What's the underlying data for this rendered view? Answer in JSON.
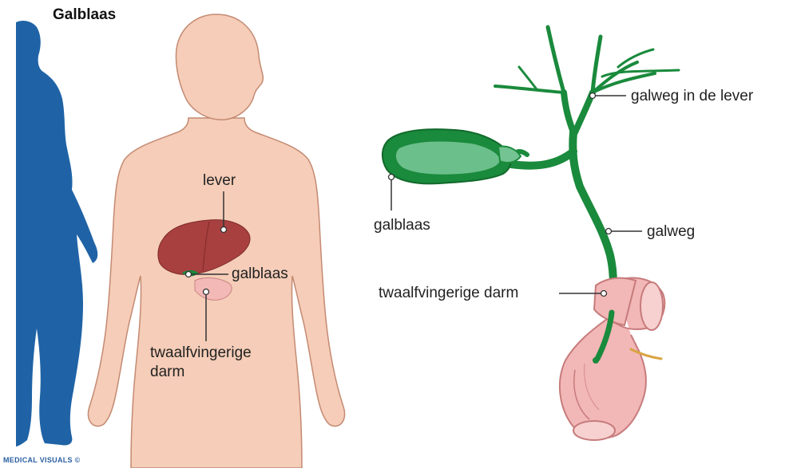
{
  "title": "Galblaas",
  "copyright": "MEDICAL VISUALS ©",
  "colors": {
    "silhouette": "#1f63a6",
    "skin": "#f5cdb8",
    "skin_outline": "#c48a72",
    "liver": "#a8403f",
    "bile": "#1a8a3c",
    "bile_light": "#74c493",
    "duodenum": "#f2b7b7",
    "duodenum_outline": "#c77b7b",
    "pancreatic_duct": "#d9a441",
    "leader": "#333333"
  },
  "labels": {
    "body_lever": "lever",
    "body_galblaas": "galblaas",
    "body_twaalf_line1": "twaalfvingerige",
    "body_twaalf_line2": "darm",
    "detail_galweg_lever": "galweg in de lever",
    "detail_galblaas": "galblaas",
    "detail_galweg": "galweg",
    "detail_twaalf": "twaalfvingerige darm"
  }
}
